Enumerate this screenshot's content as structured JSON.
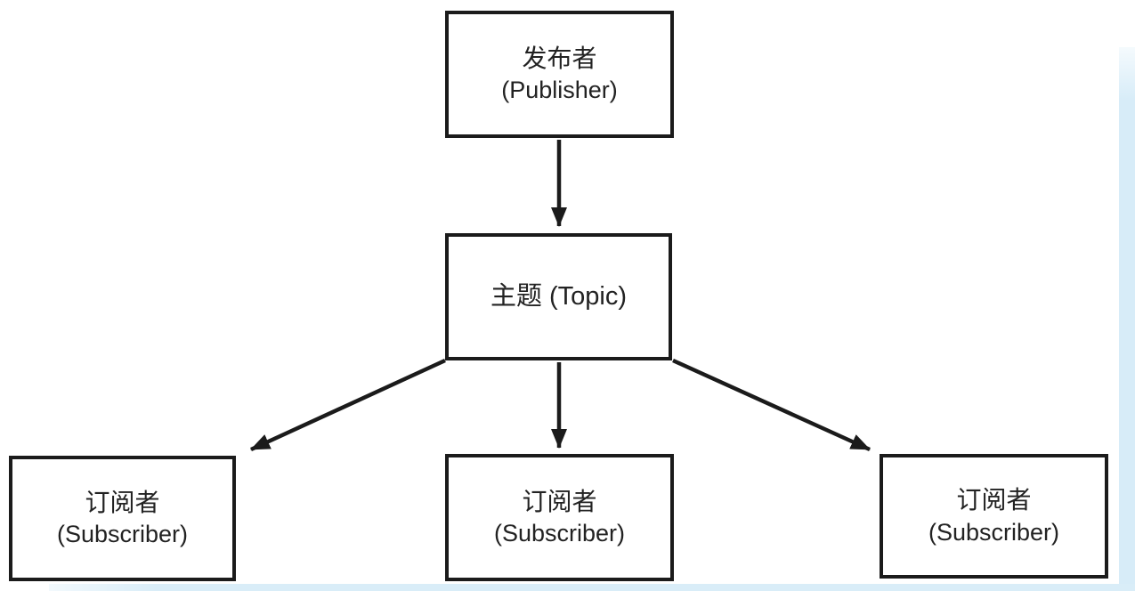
{
  "diagram": {
    "name": "publish-subscribe-topic-diagram",
    "nodes": {
      "publisher": {
        "zh": "发布者",
        "en": "(Publisher)"
      },
      "topic": {
        "label": "主题 (Topic)"
      },
      "subscriber1": {
        "zh": "订阅者",
        "en": "(Subscriber)"
      },
      "subscriber2": {
        "zh": "订阅者",
        "en": "(Subscriber)"
      },
      "subscriber3": {
        "zh": "订阅者",
        "en": "(Subscriber)"
      }
    },
    "edges": [
      {
        "from": "publisher",
        "to": "topic"
      },
      {
        "from": "topic",
        "to": "subscriber1"
      },
      {
        "from": "topic",
        "to": "subscriber2"
      },
      {
        "from": "topic",
        "to": "subscriber3"
      }
    ],
    "colors": {
      "line": "#1b1b1b",
      "box_border": "#1b1b1b",
      "box_fill": "#ffffff",
      "text": "#222222",
      "background": "#ffffff",
      "page_edge": "#d7ecf8"
    }
  }
}
